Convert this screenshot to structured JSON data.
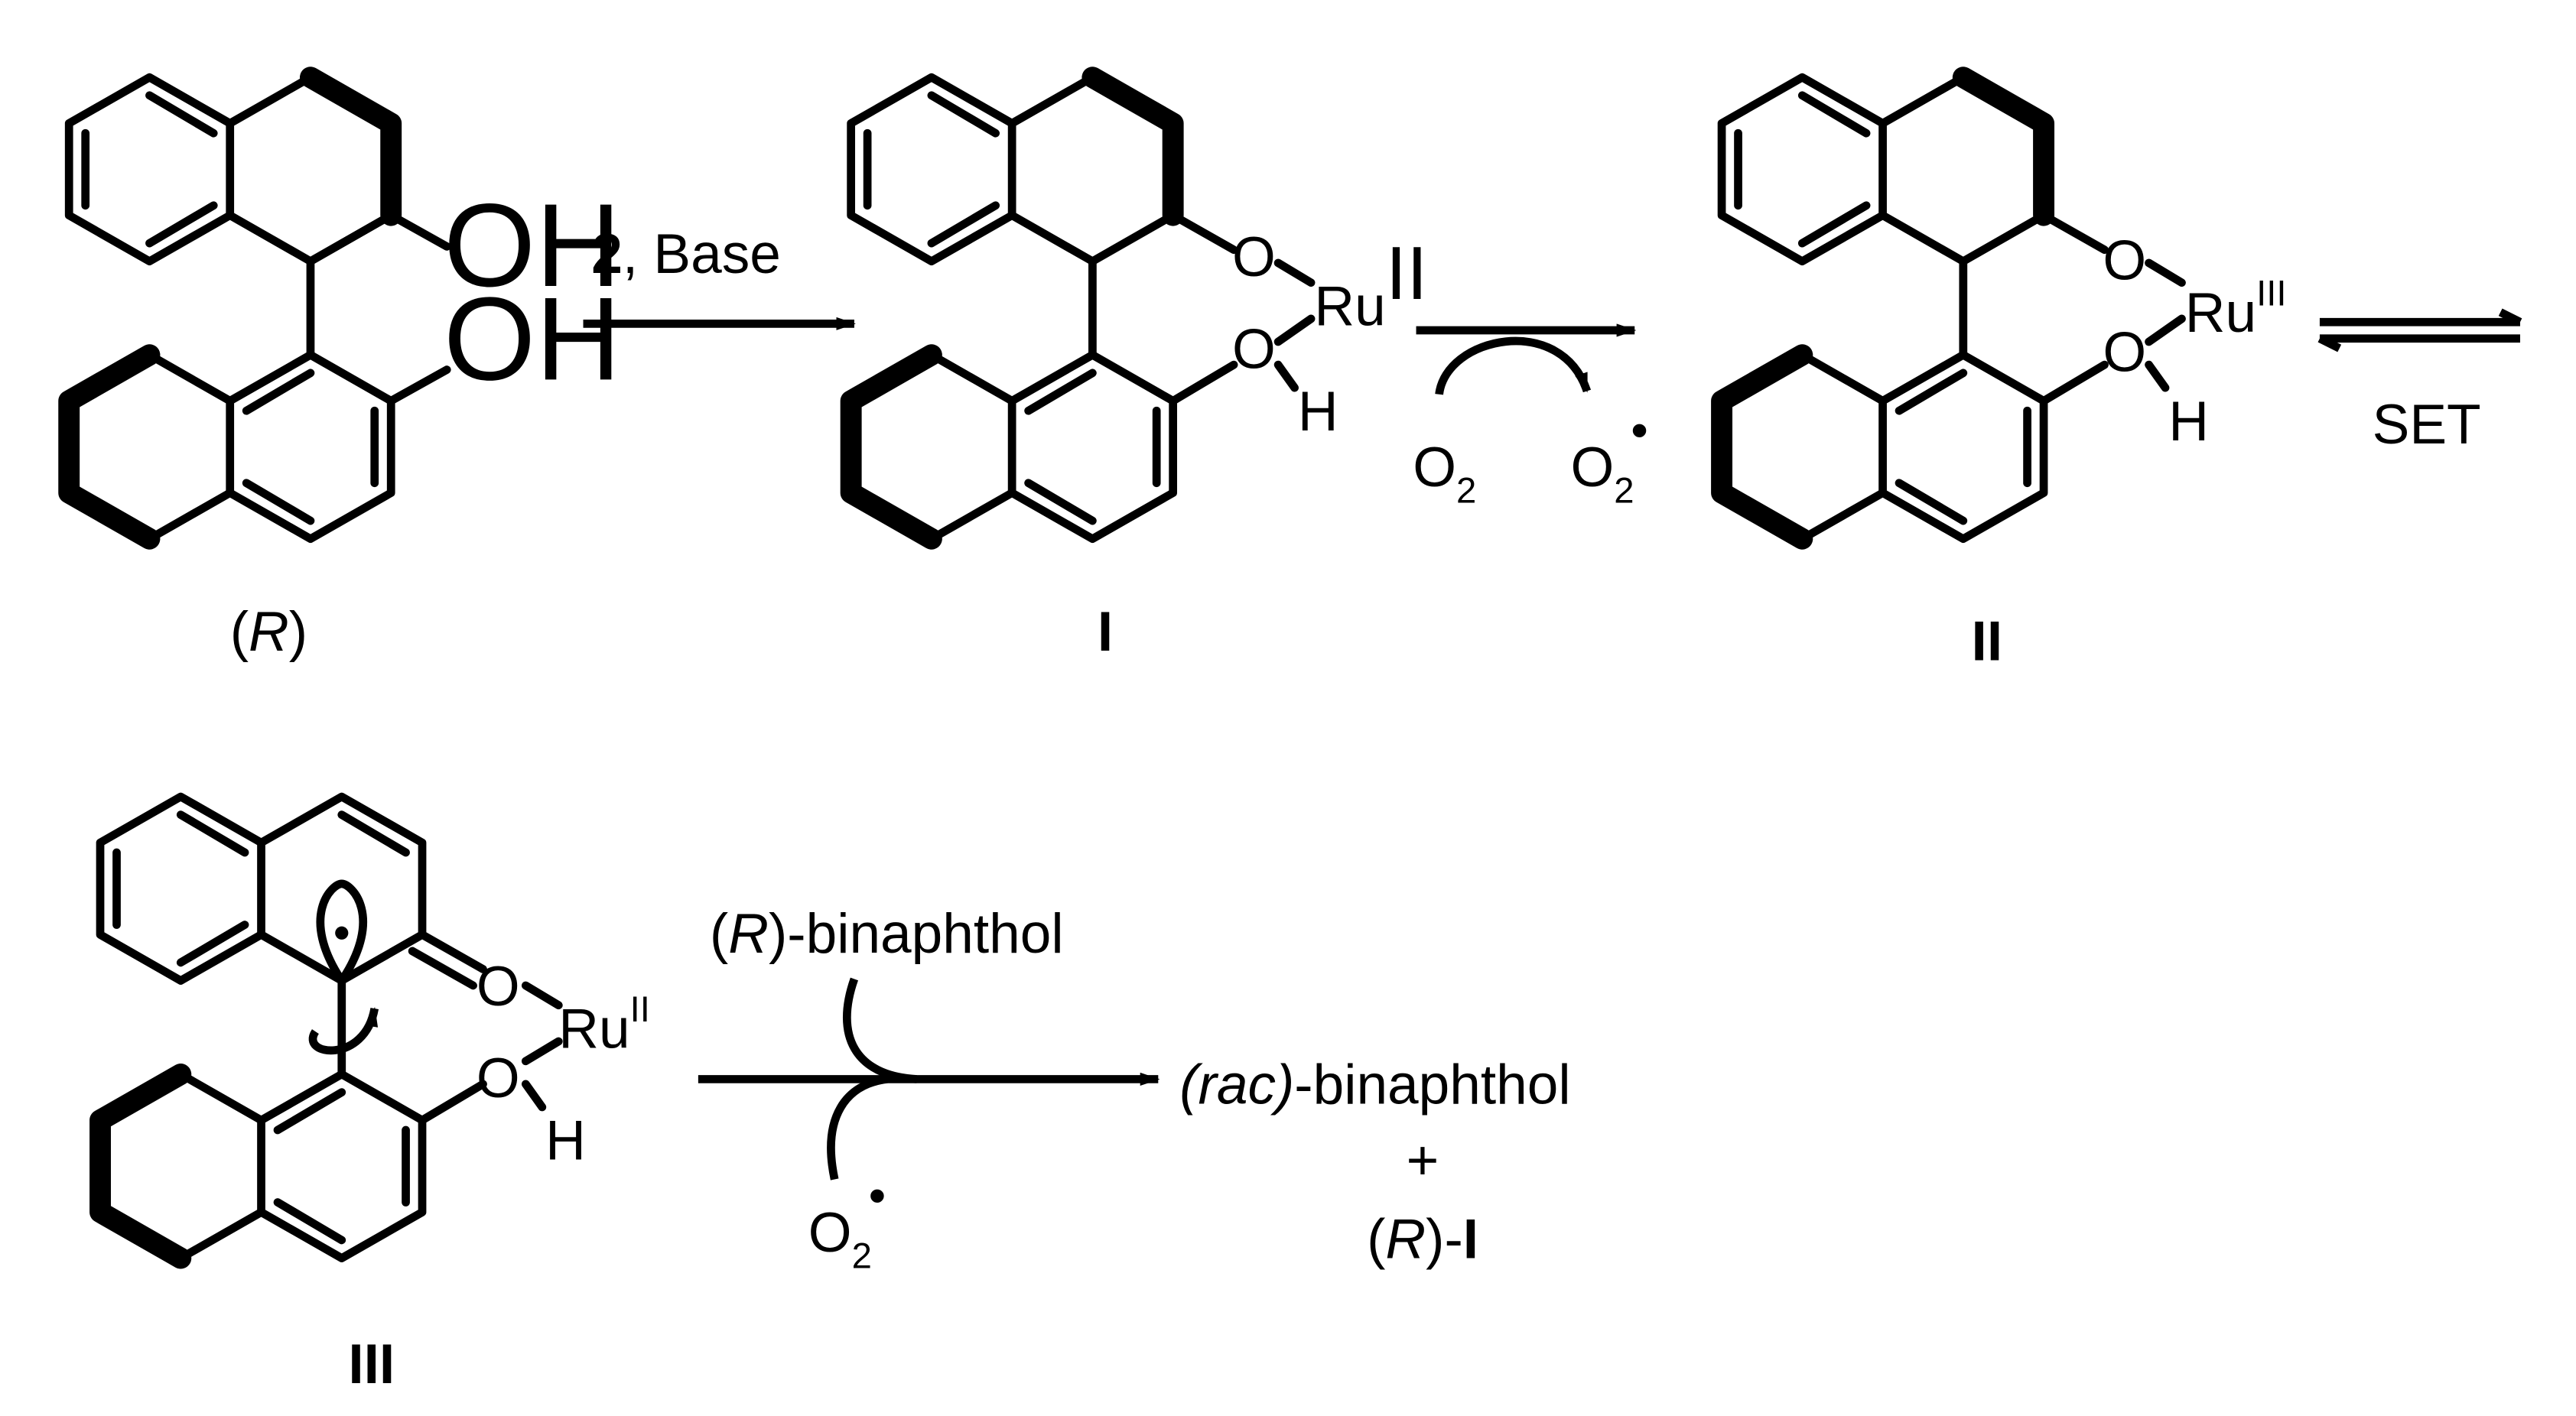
{
  "labels": {
    "r_config_open": "(",
    "r_config_letter": "R",
    "r_config_close": ")",
    "oh": "OH",
    "o": "O",
    "h": "H",
    "ru": "Ru",
    "ru_ox_2": "II",
    "ru_ox_3": "III",
    "compound_I": "I",
    "compound_II": "II",
    "compound_III": "III"
  },
  "step1": {
    "reagent_number": "2",
    "reagent_rest": ", Base"
  },
  "step2": {
    "o2_left_base": "O",
    "o2_left_sub": "2",
    "o2_right_base": "O",
    "o2_right_sub": "2",
    "radical_dot": "•"
  },
  "step3": {
    "label": "SET"
  },
  "step4": {
    "reagent_prefix_open": "(",
    "reagent_prefix_letter": "R",
    "reagent_prefix_close": ")",
    "reagent_name": "-binaphthol",
    "byproduct_base": "O",
    "byproduct_sub": "2",
    "radical_dot": "•"
  },
  "products": {
    "line1_prefix": "(rac)",
    "line1_name": "-binaphthol",
    "plus": "+",
    "line3_open": "(",
    "line3_letter": "R",
    "line3_close": ")-",
    "line3_compound": "I"
  }
}
